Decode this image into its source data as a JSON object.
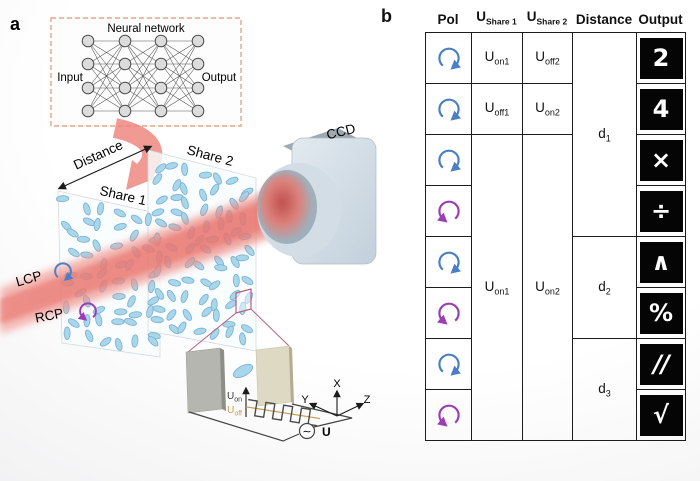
{
  "panel_a": {
    "label": "a",
    "neural_network": {
      "title": "Neural network",
      "input_label": "Input",
      "output_label": "Output"
    },
    "distance_label": "Distance",
    "share1_label": "Share 1",
    "share2_label": "Share 2",
    "ccd_label": "CCD",
    "lcp_label": "LCP",
    "rcp_label": "RCP",
    "lcp_icon": "lcp-arrow",
    "rcp_icon": "rcp-arrow",
    "inset": {
      "u_on": {
        "base": "U",
        "sub": "on"
      },
      "u_off": {
        "base": "U",
        "sub": "off"
      },
      "source_label": "U",
      "source_symbol": "∼",
      "axes": {
        "x": "X",
        "y": "Y",
        "z": "Z"
      }
    }
  },
  "panel_b": {
    "label": "b",
    "headers": [
      {
        "label": "Pol"
      },
      {
        "label": "U",
        "sub": "Share 1"
      },
      {
        "label": "U",
        "sub": "Share 2"
      },
      {
        "label": "Distance"
      },
      {
        "label": "Output"
      }
    ],
    "rows": [
      {
        "pol": "lcp-arrow",
        "u_share1": {
          "base": "U",
          "sub": "on1"
        },
        "u_share2": {
          "base": "U",
          "sub": "off2"
        },
        "distance": {
          "base": "d",
          "sub": "1"
        },
        "output": "2"
      },
      {
        "pol": "lcp-arrow",
        "u_share1": {
          "base": "U",
          "sub": "off1"
        },
        "u_share2": {
          "base": "U",
          "sub": "on2"
        },
        "output": "4"
      },
      {
        "pol": "lcp-arrow",
        "u_share1": {
          "base": "U",
          "sub": "on1"
        },
        "u_share2": {
          "base": "U",
          "sub": "on2"
        },
        "output": "×"
      },
      {
        "pol": "rcp-arrow",
        "output": "÷"
      },
      {
        "pol": "lcp-arrow",
        "distance": {
          "base": "d",
          "sub": "2"
        },
        "output": "∧"
      },
      {
        "pol": "rcp-arrow",
        "output": "%"
      },
      {
        "pol": "lcp-arrow",
        "distance": {
          "base": "d",
          "sub": "3"
        },
        "output": "//"
      },
      {
        "pol": "rcp-arrow",
        "output": "√"
      }
    ]
  },
  "colors": {
    "lcp": "#4a7fc4",
    "rcp": "#9a3db6",
    "beam": "#ee837c",
    "beam-core": "#e86e68",
    "molecule": "#a8d7ec",
    "molecule-stroke": "#7fb4d4",
    "nn-box": "#e7a489",
    "tile": "#050505",
    "u-on": "#3a3a3a",
    "u-off": "#c59a55",
    "magnifier": "#b8607e"
  }
}
